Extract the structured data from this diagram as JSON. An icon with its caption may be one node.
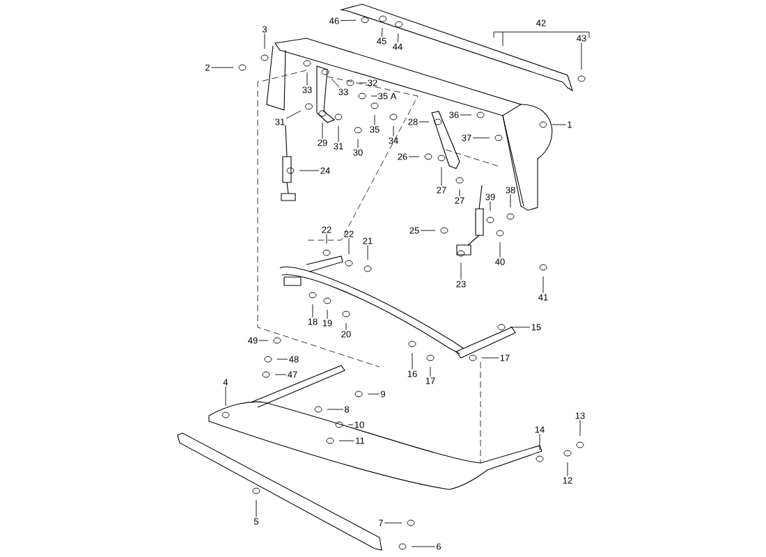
{
  "diagram": {
    "nodes": [
      {
        "text": [
          "46"
        ]
      },
      {
        "text": [
          "3"
        ]
      },
      {
        "text": [
          "45"
        ]
      },
      {
        "text": [
          "43"
        ]
      },
      {
        "text": [
          "44"
        ]
      },
      {
        "text": [
          "2"
        ]
      },
      {
        "text": [
          "32"
        ]
      },
      {
        "text": [
          "33"
        ]
      },
      {
        "text": [
          "33"
        ]
      },
      {
        "text": [
          "35 A"
        ]
      },
      {
        "text": [
          "36"
        ]
      },
      {
        "text": [
          "31"
        ]
      },
      {
        "text": [
          "28"
        ]
      },
      {
        "text": [
          "1"
        ]
      },
      {
        "text": [
          "35"
        ]
      },
      {
        "text": [
          "37"
        ]
      },
      {
        "text": [
          "34"
        ]
      },
      {
        "text": [
          "29"
        ]
      },
      {
        "text": [
          "31"
        ]
      },
      {
        "text": [
          "30"
        ]
      },
      {
        "text": [
          "26"
        ]
      },
      {
        "text": [
          "24"
        ]
      },
      {
        "text": [
          "27"
        ]
      },
      {
        "text": [
          "38"
        ]
      },
      {
        "text": [
          "39"
        ]
      },
      {
        "text": [
          "27"
        ]
      },
      {
        "text": [
          "22"
        ]
      },
      {
        "text": [
          "25"
        ]
      },
      {
        "text": [
          "22"
        ]
      },
      {
        "text": [
          "21"
        ]
      },
      {
        "text": [
          "40"
        ]
      },
      {
        "text": [
          "23"
        ]
      },
      {
        "text": [
          "41"
        ]
      },
      {
        "text": [
          "18"
        ]
      },
      {
        "text": [
          "19"
        ]
      },
      {
        "text": [
          "15"
        ]
      },
      {
        "text": [
          "20"
        ]
      },
      {
        "text": [
          "49"
        ]
      },
      {
        "text": [
          "17"
        ]
      },
      {
        "text": [
          "48"
        ]
      },
      {
        "text": [
          "16"
        ]
      },
      {
        "text": [
          "47"
        ]
      },
      {
        "text": [
          "17"
        ]
      },
      {
        "text": [
          "4"
        ]
      },
      {
        "text": [
          "9"
        ]
      },
      {
        "text": [
          "8"
        ]
      },
      {
        "text": [
          "13"
        ]
      },
      {
        "text": [
          "10"
        ]
      },
      {
        "text": [
          "14"
        ]
      },
      {
        "text": [
          "11"
        ]
      },
      {
        "text": [
          "12"
        ]
      },
      {
        "text": [
          "5"
        ]
      },
      {
        "text": [
          "7"
        ]
      },
      {
        "text": [
          "6"
        ]
      }
    ],
    "edges": [
      {
        "from": 0,
        "to": null,
        "arrow": "none"
      },
      {
        "from": 1,
        "to": null,
        "arrow": "none"
      },
      {
        "from": 2,
        "to": null,
        "arrow": "none"
      },
      {
        "from": 3,
        "to": null,
        "arrow": "none"
      },
      {
        "from": 4,
        "to": null,
        "arrow": "none"
      },
      {
        "from": 5,
        "to": null,
        "arrow": "none"
      },
      {
        "from": 6,
        "to": null,
        "arrow": "none"
      },
      {
        "from": 7,
        "to": null,
        "arrow": "none"
      },
      {
        "from": 8,
        "to": null,
        "arrow": "none"
      },
      {
        "from": 9,
        "to": null,
        "arrow": "none"
      },
      {
        "from": 10,
        "to": null,
        "arrow": "none"
      },
      {
        "from": 11,
        "to": null,
        "arrow": "none"
      },
      {
        "from": 12,
        "to": null,
        "arrow": "none"
      },
      {
        "from": 13,
        "to": null,
        "arrow": "none"
      },
      {
        "from": 14,
        "to": null,
        "arrow": "none"
      },
      {
        "from": 15,
        "to": null,
        "arrow": "none"
      },
      {
        "from": 16,
        "to": null,
        "arrow": "none"
      },
      {
        "from": 17,
        "to": null,
        "arrow": "none"
      },
      {
        "from": 18,
        "to": null,
        "arrow": "none"
      },
      {
        "from": 19,
        "to": null,
        "arrow": "none"
      },
      {
        "from": 20,
        "to": null,
        "arrow": "none"
      },
      {
        "from": 21,
        "to": null,
        "arrow": "none"
      },
      {
        "from": 22,
        "to": null,
        "arrow": "none"
      },
      {
        "from": 23,
        "to": null,
        "arrow": "none"
      },
      {
        "from": 24,
        "to": null,
        "arrow": "none"
      },
      {
        "from": 25,
        "to": null,
        "arrow": "none"
      },
      {
        "from": 26,
        "to": null,
        "arrow": "none"
      },
      {
        "from": 27,
        "to": null,
        "arrow": "none"
      },
      {
        "from": 28,
        "to": null,
        "arrow": "none"
      },
      {
        "from": 29,
        "to": null,
        "arrow": "none"
      },
      {
        "from": 30,
        "to": null,
        "arrow": "none"
      },
      {
        "from": 31,
        "to": null,
        "arrow": "none"
      },
      {
        "from": 32,
        "to": null,
        "arrow": "none"
      },
      {
        "from": 33,
        "to": null,
        "arrow": "none"
      },
      {
        "from": 34,
        "to": null,
        "arrow": "none"
      },
      {
        "from": 35,
        "to": null,
        "arrow": "none"
      },
      {
        "from": 36,
        "to": null,
        "arrow": "none"
      },
      {
        "from": 37,
        "to": null,
        "arrow": "none"
      },
      {
        "from": 38,
        "to": null,
        "arrow": "none"
      },
      {
        "from": 39,
        "to": null,
        "arrow": "none"
      },
      {
        "from": 40,
        "to": null,
        "arrow": "none"
      },
      {
        "from": 41,
        "to": null,
        "arrow": "none"
      },
      {
        "from": 42,
        "to": null,
        "arrow": "none"
      },
      {
        "from": 43,
        "to": null,
        "arrow": "none"
      },
      {
        "from": 44,
        "to": null,
        "arrow": "none"
      },
      {
        "from": 45,
        "to": null,
        "arrow": "none"
      },
      {
        "from": 46,
        "to": null,
        "arrow": "none"
      },
      {
        "from": 47,
        "to": null,
        "arrow": "none"
      },
      {
        "from": 48,
        "to": null,
        "arrow": "none"
      },
      {
        "from": 49,
        "to": null,
        "arrow": "none"
      },
      {
        "from": 50,
        "to": null,
        "arrow": "none"
      },
      {
        "from": 51,
        "to": null,
        "arrow": "none"
      },
      {
        "from": 52,
        "to": null,
        "arrow": "none"
      },
      {
        "from": 53,
        "to": null,
        "arrow": "none"
      }
    ],
    "labels": [
      "42"
    ]
  }
}
